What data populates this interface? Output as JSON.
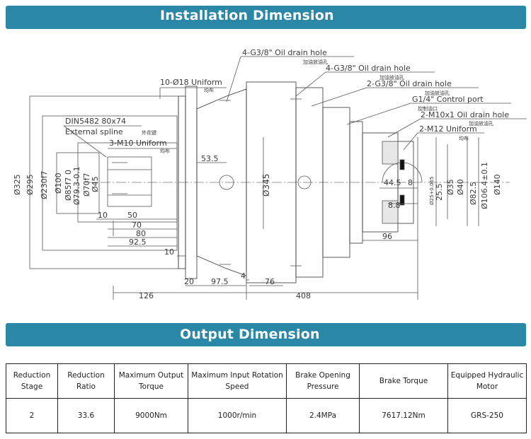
{
  "install": {
    "title": "Installation Dimension"
  },
  "output": {
    "title": "Output Dimension"
  },
  "drawing": {
    "callouts": {
      "oil_drain_1": "4-G3/8\" Oil drain hole",
      "oil_drain_1_cn": "加油放油孔",
      "oil_drain_2": "4-G3/8\" Oil drain hole",
      "oil_drain_2_cn": "加油放油孔",
      "oil_drain_3": "2-G3/8\" Oil drain hole",
      "oil_drain_3_cn": "加油放油孔",
      "control_port": "G1/4\" Control port",
      "control_port_cn": "控制油口",
      "oil_drain_4": "2-M10x1 Oil drain hole",
      "oil_drain_4_cn": "加油放油孔",
      "uniform_m12": "2-M12 Uniform",
      "uniform_m12_cn": "均布",
      "uniform_d18": "10-Ø18 Uniform",
      "uniform_d18_cn": "均布",
      "spline": "DIN5482 80x74",
      "spline_desc": "External spline",
      "spline_desc_cn": "外花键",
      "uniform_m10": "3-M10 Uniform",
      "uniform_m10_cn": "均布"
    },
    "dims_left": [
      "Ø325",
      "Ø295",
      "Ø230f7",
      "Ø100",
      "Ø85f7 0",
      "Ø79.3-0.1",
      "Ø70f7",
      "Ø45"
    ],
    "dims_right": [
      "Ø25+0.065",
      "25.5",
      "Ø35",
      "Ø40",
      "Ø82.5",
      "Ø106.4±0.1",
      "Ø140"
    ],
    "dims_center": {
      "d53_5": "53.5",
      "d345": "Ø345",
      "d44_5": "44.5",
      "d8": "8",
      "d8_8": "8.8",
      "d96": "96"
    },
    "dims_bottom": {
      "d10a": "10",
      "d50": "50",
      "d70": "70",
      "d80": "80",
      "d92_5": "92.5",
      "d10b": "10",
      "d126": "126",
      "d20": "20",
      "d97_5": "97.5",
      "d4": "4",
      "d76": "76",
      "d408": "408"
    }
  },
  "table": {
    "headers": [
      "Reduction Stage",
      "Reduction Ratio",
      "Maximum Output Torque",
      "Maximum Input Rotation Speed",
      "Brake Opening Pressure",
      "Brake Torque",
      "Equipped Hydraulic Motor"
    ],
    "values": [
      "2",
      "33.6",
      "9000Nm",
      "1000r/min",
      "2.4MPa",
      "7617.12Nm",
      "GRS-250"
    ]
  }
}
